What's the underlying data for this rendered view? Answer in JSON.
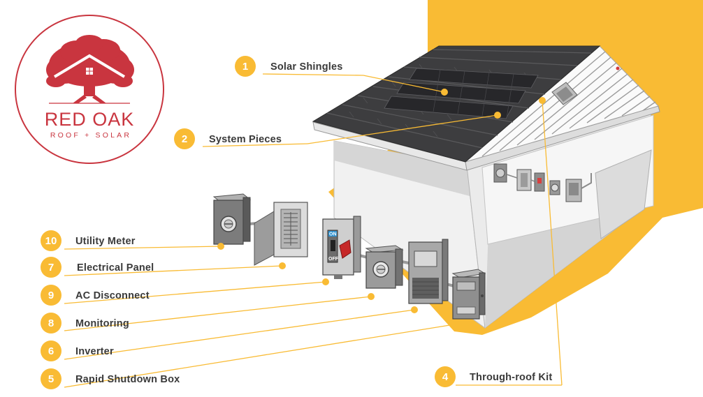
{
  "logo": {
    "brand": "RED OAK",
    "tagline": "ROOF + SOLAR"
  },
  "colors": {
    "accent": "#f9bb34",
    "brand_red": "#c9353f",
    "label_text": "#3a3a3a",
    "roof": "#3d3d3f"
  },
  "labels": [
    {
      "number": "1",
      "text": "Solar Shingles"
    },
    {
      "number": "2",
      "text": "System Pieces"
    },
    {
      "number": "10",
      "text": "Utility Meter"
    },
    {
      "number": "7",
      "text": "Electrical Panel"
    },
    {
      "number": "9",
      "text": "AC Disconnect"
    },
    {
      "number": "8",
      "text": "Monitoring"
    },
    {
      "number": "6",
      "text": "Inverter"
    },
    {
      "number": "5",
      "text": "Rapid Shutdown Box"
    },
    {
      "number": "4",
      "text": "Through-roof Kit"
    }
  ],
  "disconnect_switch": {
    "on": "ON",
    "off": "OFF"
  }
}
